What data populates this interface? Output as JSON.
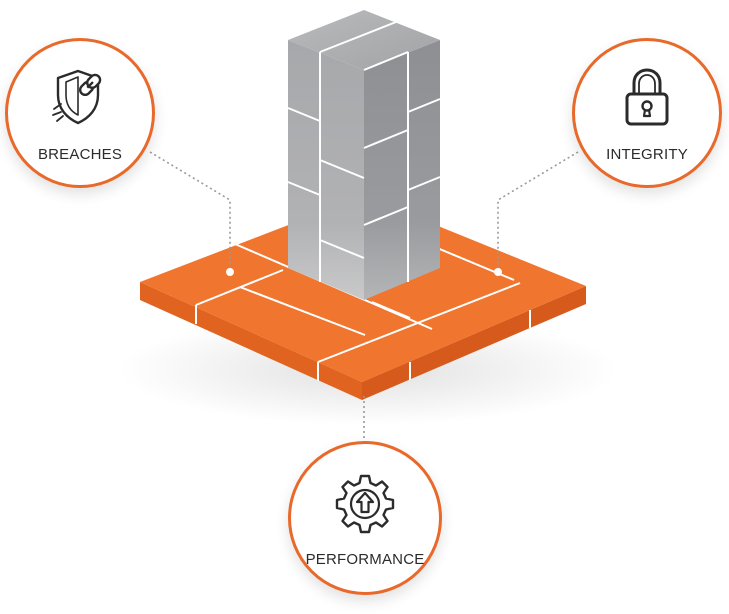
{
  "nodes": {
    "breaches": {
      "label": "BREACHES",
      "icon": "shield-link-icon"
    },
    "integrity": {
      "label": "INTEGRITY",
      "icon": "padlock-icon"
    },
    "performance": {
      "label": "PERFORMANCE",
      "icon": "gear-arrow-up-icon"
    }
  },
  "colors": {
    "accent": "#E8692A",
    "platform": "#F0752E",
    "platform_side": "#D9581F",
    "pillar_light": "#A9AAAD",
    "pillar_dark": "#8A8C90",
    "connector": "#9A9A9A",
    "text": "#2B2B2B"
  }
}
